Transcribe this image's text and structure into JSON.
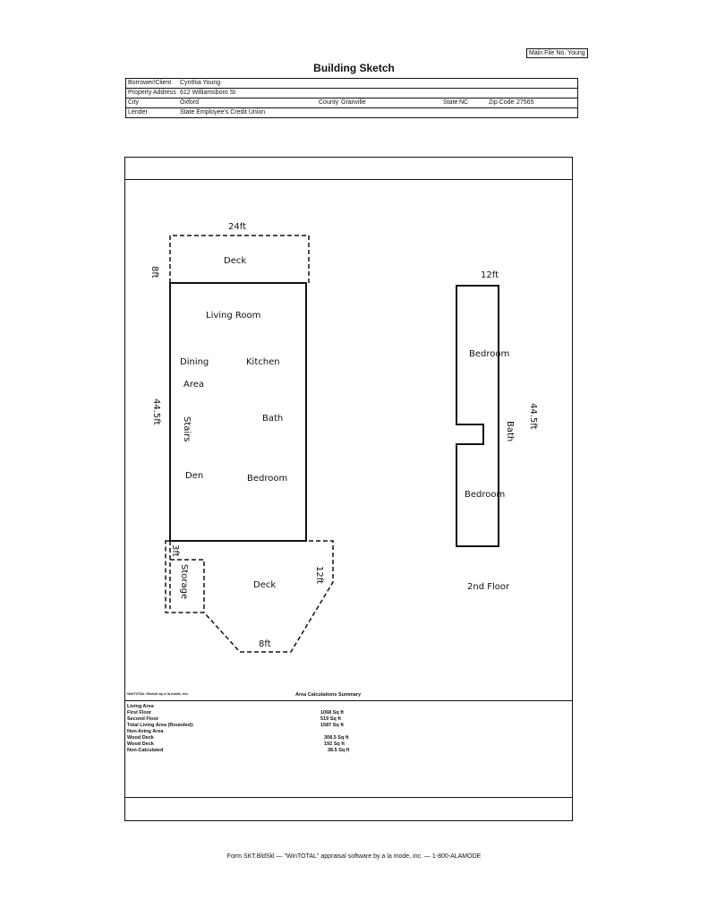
{
  "file_no": "Main File No. Young",
  "title": "Building Sketch",
  "header": {
    "borrower_label": "Borrower/Client",
    "borrower": "Cynthia Young",
    "address_label": "Property Address",
    "address": "612 Williamsboro St",
    "city_label": "City",
    "city": "Oxford",
    "county_label": "County",
    "county": "Granville",
    "state_label": "State",
    "state": "NC",
    "zip_label": "Zip Code",
    "zip": "27565",
    "lender_label": "Lender",
    "lender": "State Employee's Credit Union"
  },
  "sketch": {
    "dim_top": "24ft",
    "dim_deck_h": "8ft",
    "dim_left": "44.5ft",
    "dim_storage": "3ft",
    "dim_deck2": "12ft",
    "dim_bottom": "8ft",
    "dim_2nd_w": "12ft",
    "dim_2nd_h": "44.5ft",
    "rooms": [
      "Deck",
      "Living Room",
      "Dining",
      "Area",
      "Kitchen",
      "Bath",
      "Stairs",
      "Den",
      "Bedroom",
      "Storage",
      "Deck",
      "Bedroom",
      "Bath",
      "Bedroom",
      "2nd Floor"
    ]
  },
  "summary": {
    "company": "WinTOTAL Sketch by a la mode, inc.",
    "title": "Area Calculations Summary",
    "rows": [
      {
        "label": "Living Area",
        "value": ""
      },
      {
        "label": "First Floor",
        "value": "1068 Sq ft"
      },
      {
        "label": "Second Floor",
        "value": "519 Sq ft"
      },
      {
        "label": "Total Living Area (Rounded):",
        "value": "1587 Sq ft"
      },
      {
        "label": "Non-living Area",
        "value": ""
      },
      {
        "label": "Wood Deck",
        "value": "308.5 Sq ft"
      },
      {
        "label": "Wood Deck",
        "value": "192 Sq ft"
      },
      {
        "label": "Non-Calculated",
        "value": "38.5 Sq ft"
      }
    ]
  },
  "footer": "Form SKT.BldSkl — \"WinTOTAL\" appraisal software by a la mode, inc. — 1-800-ALAMODE"
}
